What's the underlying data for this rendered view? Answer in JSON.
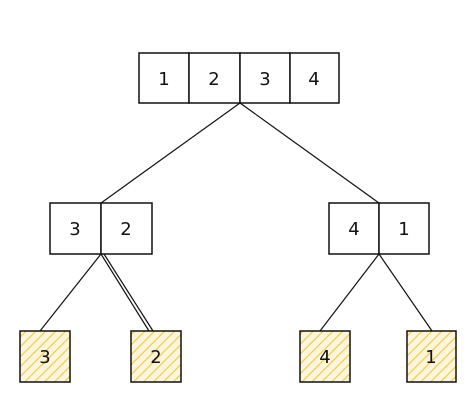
{
  "diagram": {
    "root": {
      "values": [
        "1",
        "2",
        "3",
        "4"
      ]
    },
    "level1": [
      {
        "id": "left",
        "values": [
          "3",
          "2"
        ]
      },
      {
        "id": "right",
        "values": [
          "4",
          "1"
        ]
      }
    ],
    "leaves": [
      {
        "id": "leaf-3",
        "value": "3"
      },
      {
        "id": "leaf-2",
        "value": "2"
      },
      {
        "id": "leaf-4",
        "value": "4"
      },
      {
        "id": "leaf-1",
        "value": "1"
      }
    ],
    "colors": {
      "stroke": "#111111",
      "leaf_fill": "#fdf6dc",
      "hatch": "#f0c842"
    }
  }
}
